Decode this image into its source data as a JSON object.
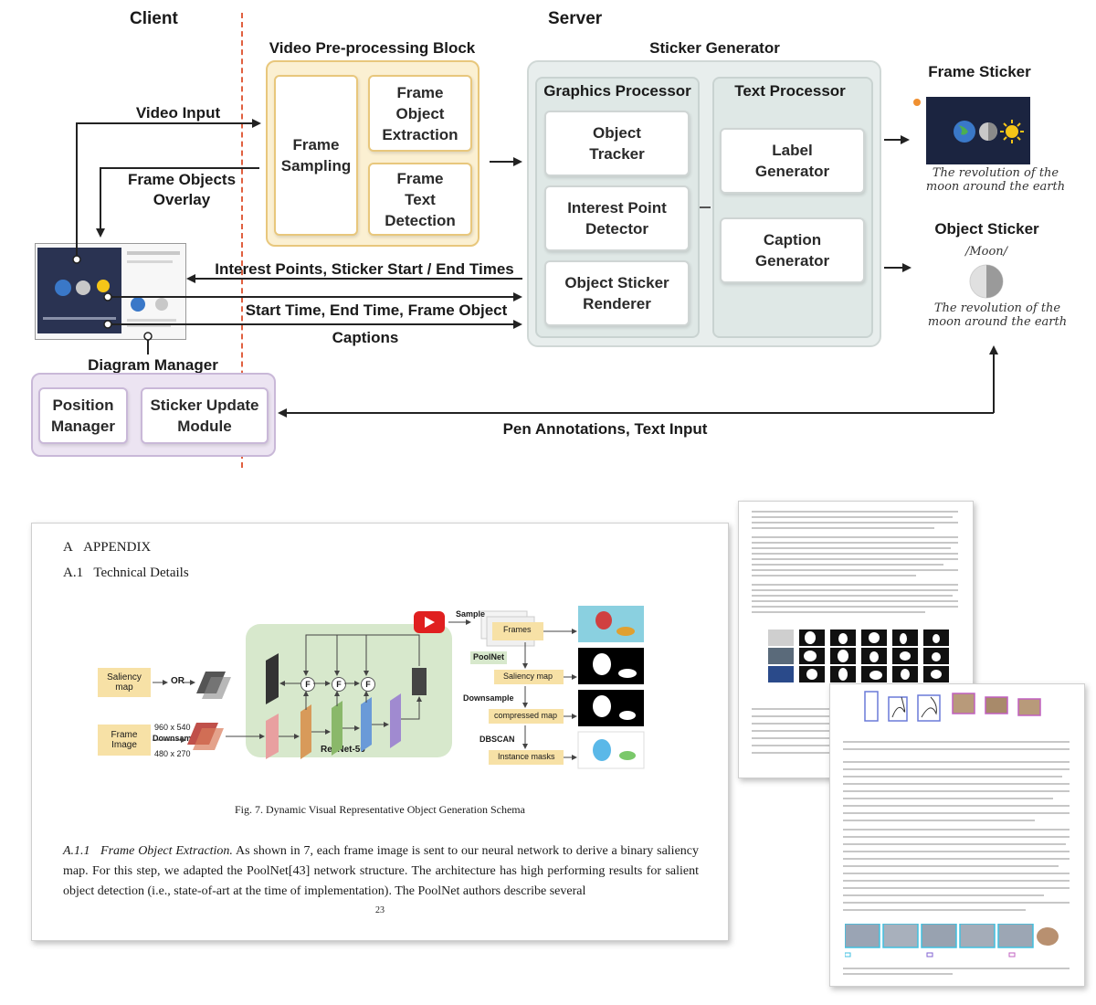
{
  "diagram": {
    "client_label": "Client",
    "server_label": "Server",
    "preprocessing": {
      "title": "Video Pre-processing Block",
      "frame_sampling": "Frame\nSampling",
      "frame_object_extraction": "Frame\nObject\nExtraction",
      "frame_text_detection": "Frame\nText\nDetection"
    },
    "sticker_generator": {
      "title": "Sticker Generator",
      "graphics_processor": {
        "title": "Graphics Processor",
        "object_tracker": "Object\nTracker",
        "interest_point_detector": "Interest Point\nDetector",
        "object_sticker_renderer": "Object Sticker\nRenderer"
      },
      "text_processor": {
        "title": "Text Processor",
        "label_generator": "Label\nGenerator",
        "caption_generator": "Caption\nGenerator"
      }
    },
    "frame_sticker": {
      "title": "Frame Sticker",
      "caption": "The revolution of the\nmoon around the earth"
    },
    "object_sticker": {
      "title": "Object Sticker",
      "label": "/Moon/",
      "caption": "The revolution of the\nmoon around the earth"
    },
    "arrows": {
      "video_input": "Video Input",
      "frame_objects_overlay": "Frame Objects\nOverlay",
      "interest_points": "Interest Points, Sticker Start / End Times",
      "start_end_frame": "Start Time, End Time, Frame Object",
      "captions": "Captions",
      "pen_annotations": "Pen Annotations, Text Input"
    },
    "diagram_manager": {
      "title": "Diagram Manager",
      "position_manager": "Position\nManager",
      "sticker_update_module": "Sticker Update\nModule"
    },
    "colors": {
      "preprocessing_fill": "#fbf0d2",
      "preprocessing_border": "#e8c77c",
      "server_fill": "#e8eeed",
      "manager_fill": "#ece4f2",
      "divider": "#e06040"
    }
  },
  "appendix": {
    "heading_num": "A",
    "heading": "APPENDIX",
    "sub_num": "A.1",
    "subheading": "Technical Details",
    "figure": {
      "saliency_map": "Saliency\nmap",
      "or": "OR",
      "frame_image": "Frame\nImage",
      "size_high": "960 x 540",
      "downsample_small": "Downsample",
      "size_low": "480 x 270",
      "resnet": "ResNet-50",
      "f_label": "F",
      "sample": "Sample",
      "frames": "Frames",
      "poolnet": "PoolNet",
      "saliency_map_tag": "Saliency map",
      "downsample": "Downsample",
      "compressed_map": "compressed map",
      "dbscan": "DBSCAN",
      "instance_masks": "Instance masks"
    },
    "caption": "Fig. 7.  Dynamic Visual Representative Object Generation Schema",
    "para_num": "A.1.1",
    "para_title": "Frame Object Extraction.",
    "para_text": " As shown in 7, each frame image is sent to our neural network to derive a binary saliency map. For this step, we adapted the PoolNet[43] network structure. The architecture has high performing results for salient object detection (i.e., state-of-art at the time of implementation). The PoolNet authors describe several",
    "page_num": "23"
  }
}
